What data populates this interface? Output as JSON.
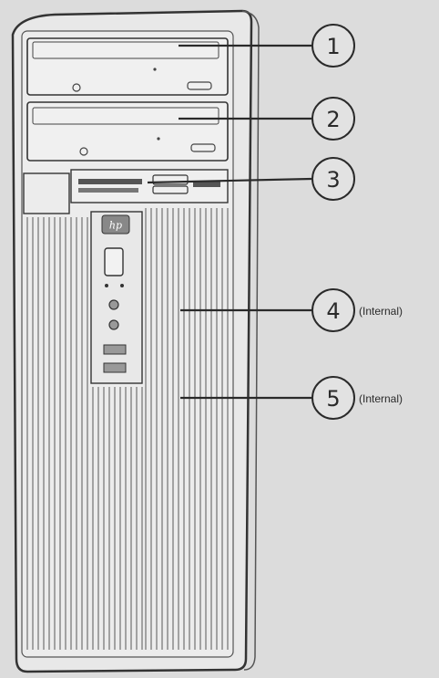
{
  "logo_text": "hp",
  "callouts": [
    {
      "number": "1",
      "note": ""
    },
    {
      "number": "2",
      "note": ""
    },
    {
      "number": "3",
      "note": ""
    },
    {
      "number": "4",
      "note": "(Internal)"
    },
    {
      "number": "5",
      "note": "(Internal)"
    }
  ],
  "colors": {
    "background": "#dcdcdc",
    "case_face": "#e6e6e6",
    "line": "#3a3a3a",
    "vent": "#7a7a7a"
  }
}
